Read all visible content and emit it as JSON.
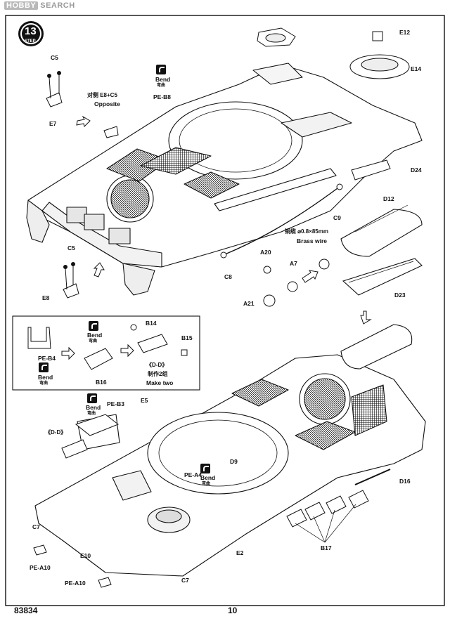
{
  "watermark": {
    "logo": "HOBBY",
    "text": "SEARCH"
  },
  "step": {
    "number": "13",
    "word": "STEP"
  },
  "labels": {
    "c5_top": "C5",
    "e7": "E7",
    "opposite_cn": "对侧 E8+C5",
    "opposite": "Opposite",
    "bend_cn": "弯曲",
    "bend": "Bend",
    "pe_b8": "PE-B8",
    "e12": "E12",
    "e14": "E14",
    "d24": "D24",
    "d12": "D12",
    "c9": "C9",
    "brass_cn": "铜缆 ⌀0.8×85mm",
    "brass": "Brass wire",
    "c8": "C8",
    "a20": "A20",
    "a7": "A7",
    "a21": "A21",
    "d23": "D23",
    "c5_low": "C5",
    "e8": "E8",
    "b14": "B14",
    "b15": "B15",
    "pe_b4": "PE-B4",
    "b16": "B16",
    "dd": "《D-D》",
    "make_two_cn": "制作2组",
    "make_two": "Make two",
    "e5": "E5",
    "pe_b3": "PE-B3",
    "dd2": "《D-D》",
    "d9": "D9",
    "pe_a4": "PE-A4",
    "d16": "D16",
    "c7_left": "C7",
    "e10": "E10",
    "e2": "E2",
    "b17": "B17",
    "pe_a10_a": "PE-A10",
    "pe_a10_b": "PE-A10",
    "c7_bottom": "C7"
  },
  "footer": {
    "code": "83834",
    "page": "10"
  }
}
